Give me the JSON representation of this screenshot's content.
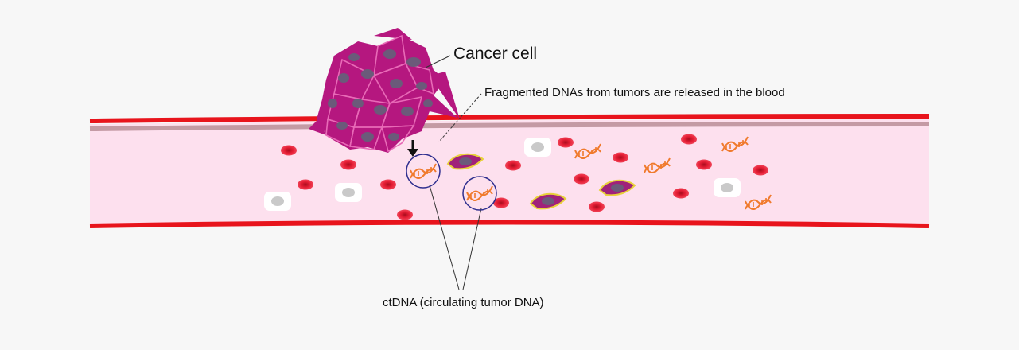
{
  "labels": {
    "cancer_cell": "Cancer cell",
    "fragmented": "Fragmented DNAs from tumors are released in the blood",
    "ctdna": "ctDNA (circulating tumor DNA)"
  },
  "colors": {
    "background": "#f7f7f7",
    "vessel_wall": "#e8141c",
    "vessel_inner_wall": "#c49aa4",
    "blood": "#fde0ee",
    "cancer_cell": "#b5177f",
    "cancer_nucleus": "#6b5a7a",
    "red_blood_cell": "#e61e35",
    "white_blood_cell": "#ffffff",
    "dna": "#f07a2c",
    "tumor_cell_outline": "#e8d23a",
    "ctdna_circle": "#2f2f8f"
  },
  "icons": [
    "dna-helix-icon",
    "red-blood-cell-icon",
    "white-blood-cell-icon",
    "tumor-cell-icon",
    "arrow-down-icon"
  ]
}
